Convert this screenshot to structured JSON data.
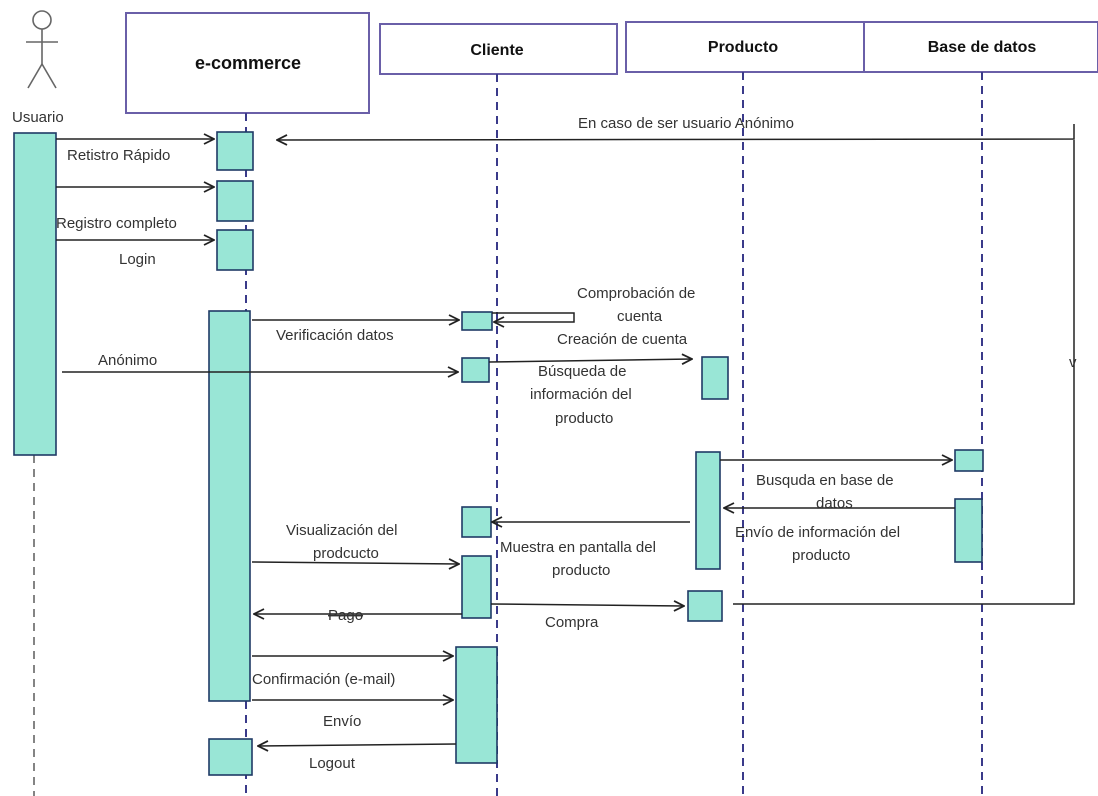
{
  "actor": {
    "label": "Usuario"
  },
  "participants": {
    "ecommerce": "e-commerce",
    "cliente": "Cliente",
    "producto": "Producto",
    "base_datos": "Base de datos"
  },
  "messages": {
    "anonimo_note": "En caso de ser usuario Anónimo",
    "registro_rapido": "Retistro Rápido",
    "registro_completo": "Registro completo",
    "login": "Login",
    "comprobacion_1": "Comprobación de",
    "comprobacion_2": "cuenta",
    "verificacion": "Verificación datos",
    "creacion": "Creación de cuenta",
    "anonimo": "Anónimo",
    "busqueda_1": "Búsqueda de",
    "busqueda_2": "información del",
    "busqueda_3": "producto",
    "v_marker": "v",
    "busquda_bd_1": "Busquda en base de",
    "busquda_bd_2": "datos",
    "envio_info_1": "Envío de información del",
    "envio_info_2": "producto",
    "visualizacion_1": "Visualización del",
    "visualizacion_2": "prodcucto",
    "muestra_1": "Muestra en pantalla del",
    "muestra_2": "producto",
    "pago": "Pago",
    "compra": "Compra",
    "confirmacion": "Confirmación (e-mail)",
    "envio": "Envío",
    "logout": "Logout"
  },
  "colors": {
    "activation_fill": "#99e6d6",
    "lifeline": "#3a3a8a",
    "participant_border": "#6a5fa8",
    "arrow": "#222222"
  }
}
